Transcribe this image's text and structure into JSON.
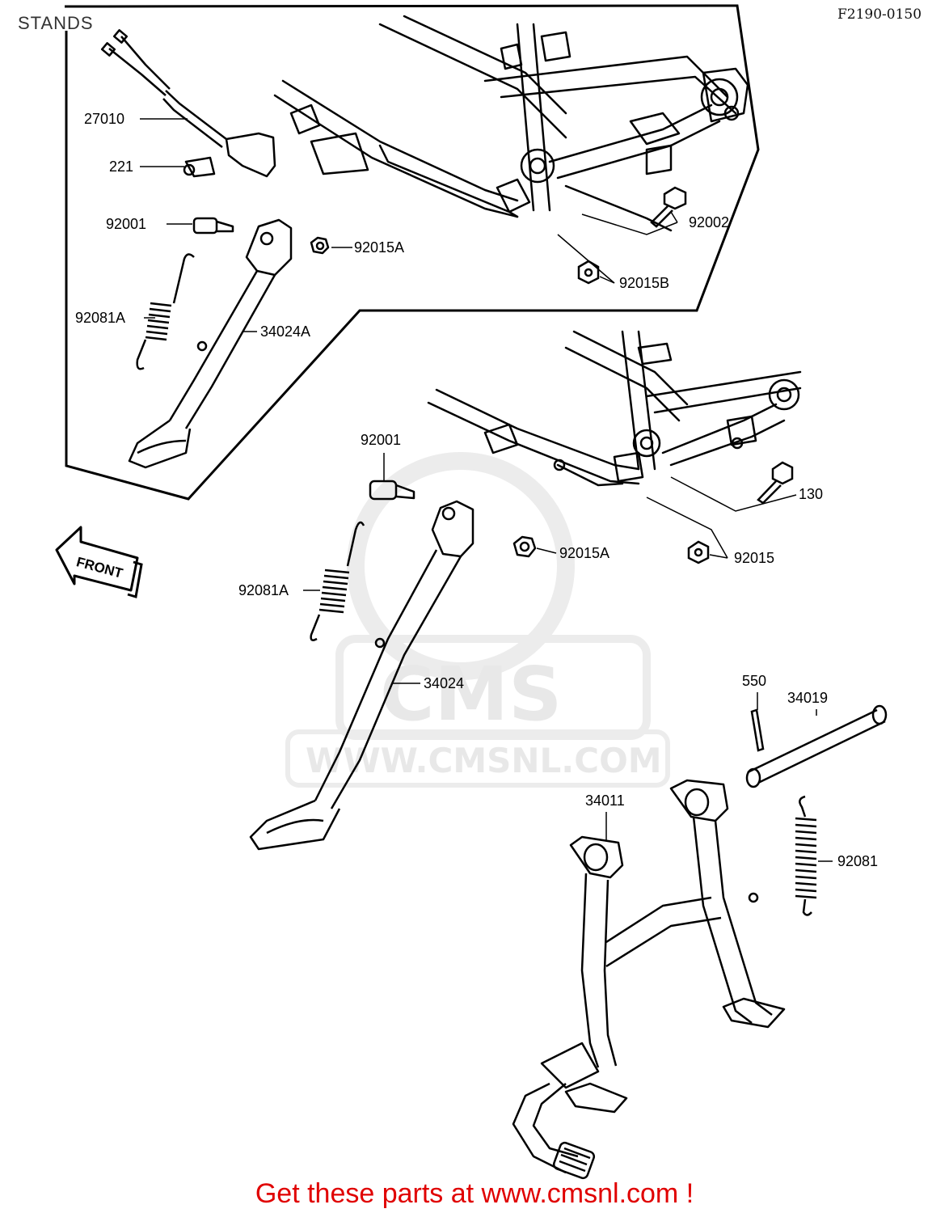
{
  "header": {
    "title": "STANDS",
    "figure_ref": "F2190-0150"
  },
  "watermark": {
    "logo_text": "CMS",
    "url_text": "WWW.CMSNL.COM"
  },
  "front_marker": "FRONT",
  "callouts": {
    "upper": [
      "27010",
      "221",
      "92001",
      "92015A",
      "92081A",
      "34024A",
      "92002",
      "92015B"
    ],
    "middle": [
      "92001",
      "92015A",
      "92081A",
      "34024",
      "130",
      "92015"
    ],
    "lower": [
      "550",
      "34019",
      "34011",
      "92081"
    ]
  },
  "footer": {
    "text": "Get these parts at www.cmsnl.com !",
    "color": "#e00000"
  },
  "colors": {
    "line": "#000000",
    "watermark": "#e8e8e8",
    "footer": "#e00000"
  }
}
